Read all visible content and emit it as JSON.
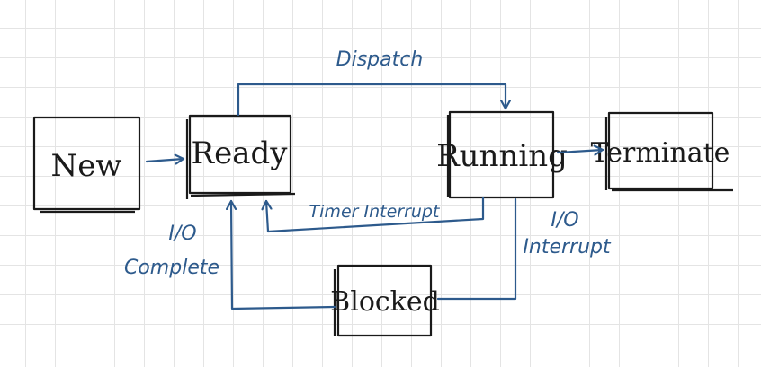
{
  "states": {
    "new": "New",
    "ready": "Ready",
    "running": "Running",
    "terminate": "Terminate",
    "blocked": "Blocked"
  },
  "edges": {
    "dispatch": "Dispatch",
    "timer_interrupt": "Timer Interrupt",
    "io_interrupt_line1": "I/O",
    "io_interrupt_line2": "Interrupt",
    "io_complete_line1": "I/O",
    "io_complete_line2": "Complete"
  },
  "colors": {
    "edge": "#2d5a8c",
    "box": "#1a1a1a",
    "grid": "#e4e4e4"
  }
}
